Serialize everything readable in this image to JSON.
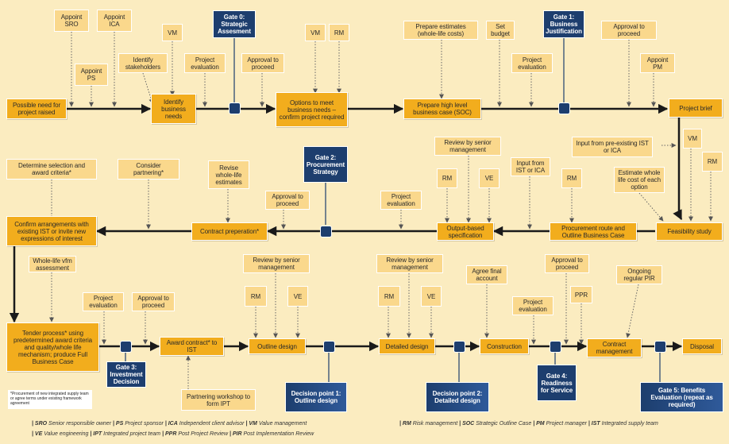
{
  "inputs": {
    "appoint_sro": "Appoint SRO",
    "appoint_ica": "Appoint ICA",
    "appoint_ps": "Appoint PS",
    "vm_1": "VM",
    "identify_stakeholders": "Identify stakeholders",
    "project_evaluation_1": "Project evaluation",
    "approval_to_proceed_1": "Approval to proceed",
    "vm_2": "VM",
    "rm_1": "RM",
    "prepare_estimates": "Prepare estimates (whole-life costs)",
    "set_budget": "Set budget",
    "project_evaluation_2": "Project evaluation",
    "approval_to_proceed_2": "Approval to proceed",
    "appoint_pm": "Appoint PM",
    "determine_selection": "Determine selection and award criteria*",
    "consider_partnering": "Consider partnering*",
    "revise_estimates": "Revise whole-life estimates",
    "approval_to_proceed_3": "Approval to proceed",
    "project_evaluation_3": "Project evaluation",
    "review_senior_1": "Review by senior management",
    "rm_2": "RM",
    "ve_1": "VE",
    "input_ist_ica": "Input from IST or ICA",
    "rm_3": "RM",
    "input_preexisting": "Input from pre-existing IST or ICA",
    "vm_3": "VM",
    "estimate_whole_life": "Estimate whole life cost of each option",
    "rm_4": "RM",
    "whole_life_vfm": "Whole-life vfm assessment",
    "project_evaluation_4": "Project evaluation",
    "approval_to_proceed_4": "Approval to proceed",
    "review_senior_2": "Review by senior management",
    "rm_5": "RM",
    "ve_2": "VE",
    "review_senior_3": "Review by senior management",
    "rm_6": "RM",
    "ve_3": "VE",
    "agree_final_account": "Agree final account",
    "project_evaluation_5": "Project evaluation",
    "approval_to_proceed_5": "Approval to proceed",
    "ppr": "PPR",
    "ongoing_pir": "Ongoing regular PIR",
    "partnering_workshop": "Partnering workshop to form IPT"
  },
  "main_steps": {
    "possible_need": "Possible need for project raised",
    "identify_business_needs": "Identify business needs",
    "options_to_meet": "Options to meet business needs – confirm project required",
    "prepare_high_level": "Prepare high level business case (SOC)",
    "project_brief": "Project brief",
    "feasibility_study": "Feasibility study",
    "procurement_route": "Procurement route and Outline Business Case",
    "output_based_spec": "Output-based specification",
    "contract_preparation": "Contract preperation*",
    "confirm_arrangements": "Confirm arrangements with existing IST or invite new expressions of interest",
    "tender_process": "Tender process* using predetermined award criteria and quality/whole life mechanism; produce Full Business Case",
    "award_contract": "Award contract* to IST",
    "outline_design": "Outline design",
    "detailed_design": "Detailed design",
    "construction": "Construction",
    "contract_management": "Contract management",
    "disposal": "Disposal"
  },
  "gates": {
    "gate0": "Gate 0: Strategic Assesment",
    "gate1": "Gate 1: Business Justification",
    "gate2": "Gate 2: Procurement Strategy",
    "gate3": "Gate 3: Investment Decision",
    "dp1": "Decision point 1: Outline design",
    "dp2": "Decision point 2: Detailed design",
    "gate4": "Gate 4: Readiness for Service",
    "gate5": "Gate 5: Benefits Evaluation (repeat as required)"
  },
  "note": "*Procurement of new integrated supply team or agree terms under existing framework agreement",
  "legend": {
    "left_line1": [
      {
        "abbr": "SRO",
        "desc": "Senior responsible owner"
      },
      {
        "abbr": "PS",
        "desc": "Project sponsor"
      },
      {
        "abbr": "ICA",
        "desc": "Independent client advisor"
      },
      {
        "abbr": "VM",
        "desc": "Value management"
      }
    ],
    "left_line2": [
      {
        "abbr": "VE",
        "desc": "Value engineering"
      },
      {
        "abbr": "IPT",
        "desc": "Integrated project team"
      },
      {
        "abbr": "PPR",
        "desc": "Post Project Review"
      },
      {
        "abbr": "PIR",
        "desc": "Post Implementation Review"
      }
    ],
    "right_line1": [
      {
        "abbr": "RM",
        "desc": "Risk management"
      },
      {
        "abbr": "SOC",
        "desc": "Strategic Outline Case"
      },
      {
        "abbr": "PM",
        "desc": "Project manager"
      },
      {
        "abbr": "IST",
        "desc": "Integrated supply team"
      }
    ]
  },
  "colors": {
    "main_step": "#f2ad1d",
    "input_box": "#fad88c",
    "gate": "#1d3e6e",
    "background": "#fbecc0"
  }
}
